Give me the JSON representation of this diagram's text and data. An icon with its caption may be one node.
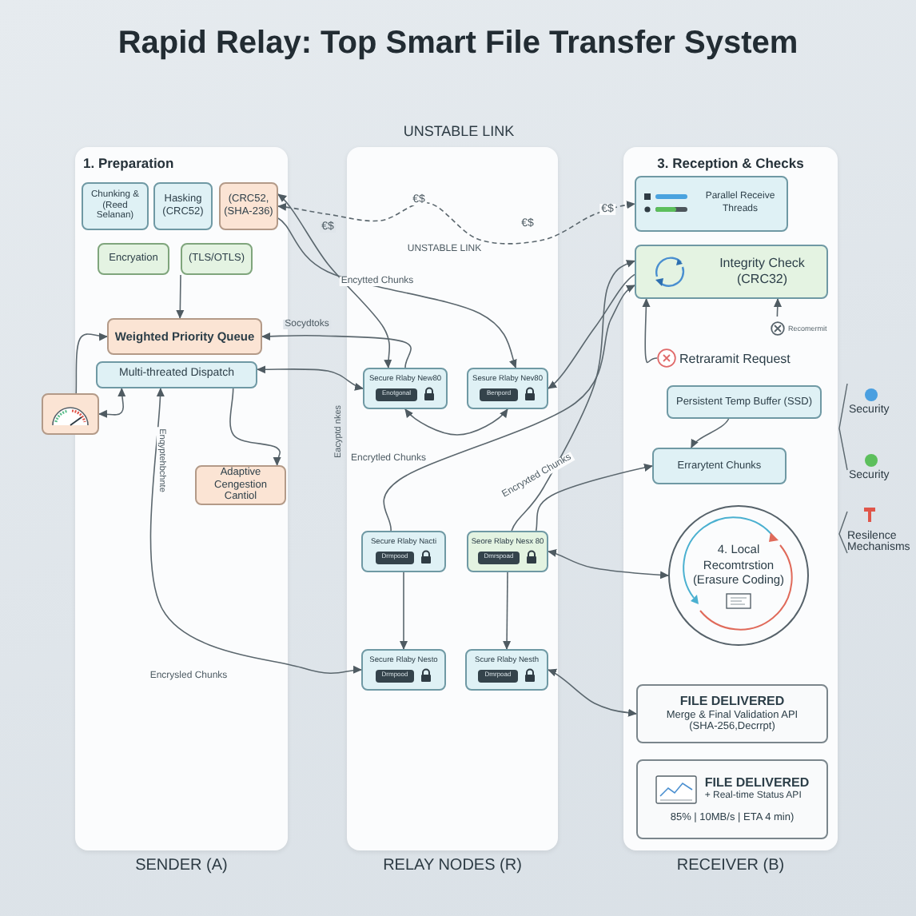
{
  "diagram": {
    "title": "Rapid Relay: Top Smart File Transfer System",
    "nodes": [
      {
        "text": [
          "1. Preparation",
          "SENDER (A)"
        ]
      },
      {
        "text": [
          "Chunking & (Reed Selanan)"
        ],
        "in": 0
      },
      {
        "text": [
          "Hasking (CRC52)"
        ],
        "in": 0
      },
      {
        "text": [
          "(CRC52, (SHA-236)"
        ],
        "in": 0
      },
      {
        "text": [
          "Encryation"
        ],
        "in": 0
      },
      {
        "text": [
          "(TLS/OTLS)"
        ],
        "in": 0
      },
      {
        "text": [
          "Weighted Priority Queue"
        ],
        "in": 0
      },
      {
        "text": [
          "Multi-threated Dispatch"
        ],
        "in": 0
      },
      {
        "text": [],
        "shape": "box"
      },
      {
        "text": [
          "Adaptive Cengestion Cantiol"
        ],
        "in": 0
      },
      {
        "text": [
          "RELAY NODES (R)"
        ]
      },
      {
        "text": [
          "Secure Rlaby New80",
          "Enotgonal"
        ],
        "in": 10
      },
      {
        "text": [
          "Sesure Rlaby Nev80",
          "Benpord"
        ],
        "in": 10
      },
      {
        "text": [
          "Secure Rlaby Nacti",
          "Drmpood"
        ],
        "in": 10
      },
      {
        "text": [
          "Seore Rlaby Nesx 80",
          "Dmrspoad"
        ],
        "in": 10
      },
      {
        "text": [
          "Secure Rlaby Nesto",
          "Drmpood"
        ],
        "in": 10
      },
      {
        "text": [
          "Scure Rlaby Nesth",
          "Dmrpoad"
        ],
        "in": 10
      },
      {
        "text": [
          "3. Reception & Checks",
          "RECEIVER (B)"
        ]
      },
      {
        "text": [
          "Parallel Receive Threads"
        ],
        "in": 17
      },
      {
        "text": [
          "Integrity Check (CRC32)"
        ],
        "in": 17
      },
      {
        "text": [
          "Retraramit Request"
        ],
        "in": 17
      },
      {
        "text": [
          "Persistent Temp Buffer (SSD)"
        ],
        "in": 17
      },
      {
        "text": [
          "Errarytent Chunks"
        ],
        "in": 17
      },
      {
        "text": [
          "4. Local Recomtrstion (Erasure Coding)"
        ],
        "in": 17
      },
      {
        "text": [
          "FILE DELIVERED",
          "Merge & Final Validation API (SHA-256,Decrrpt)"
        ],
        "in": 17
      },
      {
        "text": [
          "FILE DELIVERED",
          "+ Real-time Status API",
          "85% | 10MB/s | ETA 4 min)"
        ],
        "in": 17
      },
      {
        "text": [
          "Recomermit"
        ],
        "in": 17
      }
    ],
    "edges": [
      {
        "from": 5,
        "to": 6,
        "arrow": "to"
      },
      {
        "from": 8,
        "to": 6,
        "arrow": "to"
      },
      {
        "from": 7,
        "to": 8,
        "arrow": "both"
      },
      {
        "from": 7,
        "to": 9,
        "arrow": "to"
      },
      {
        "from": 11,
        "to": 6,
        "arrow": "to",
        "label": "Socydtoks"
      },
      {
        "from": 3,
        "to": 18,
        "arrow": "both",
        "style": "dashed",
        "label": "UNSTABLE LINK"
      },
      {
        "from": 3,
        "to": 11,
        "arrow": "both",
        "label": "Encytted Chunks"
      },
      {
        "from": 3,
        "to": 12,
        "arrow": "to"
      },
      {
        "from": 7,
        "to": 11,
        "arrow": "both"
      },
      {
        "from": 11,
        "to": 12,
        "arrow": "both"
      },
      {
        "from": 19,
        "to": 12,
        "arrow": "to"
      },
      {
        "from": 13,
        "to": 19,
        "arrow": "to"
      },
      {
        "from": 14,
        "to": 19,
        "arrow": "to"
      },
      {
        "from": 14,
        "to": 22,
        "arrow": "to",
        "label": "Encryxted Chunks"
      },
      {
        "from": 13,
        "to": 15,
        "arrow": "to"
      },
      {
        "from": 14,
        "to": 16,
        "arrow": "to"
      },
      {
        "from": 7,
        "to": 15,
        "arrow": "both",
        "label": "Encrysled Chunks"
      },
      {
        "from": 16,
        "to": 24,
        "arrow": "both"
      },
      {
        "from": 14,
        "to": 23,
        "arrow": "both"
      },
      {
        "from": 21,
        "to": 22,
        "arrow": "to"
      },
      {
        "from": 20,
        "to": 19,
        "arrow": "to"
      },
      {
        "from": 26,
        "to": 19,
        "arrow": "to"
      }
    ],
    "labels": [
      "UNSTABLE LINK",
      "€$",
      "€$",
      "€$",
      "€$",
      "Enqyptehbchnte",
      "Eacyptd nkes",
      "Encrytled Chunks"
    ],
    "legend": [
      {
        "text": "Security",
        "color": "#4a9fe0"
      },
      {
        "text": "Security",
        "color": "#5cbf5c"
      },
      {
        "text": "Resilence Mechanisms"
      }
    ]
  }
}
